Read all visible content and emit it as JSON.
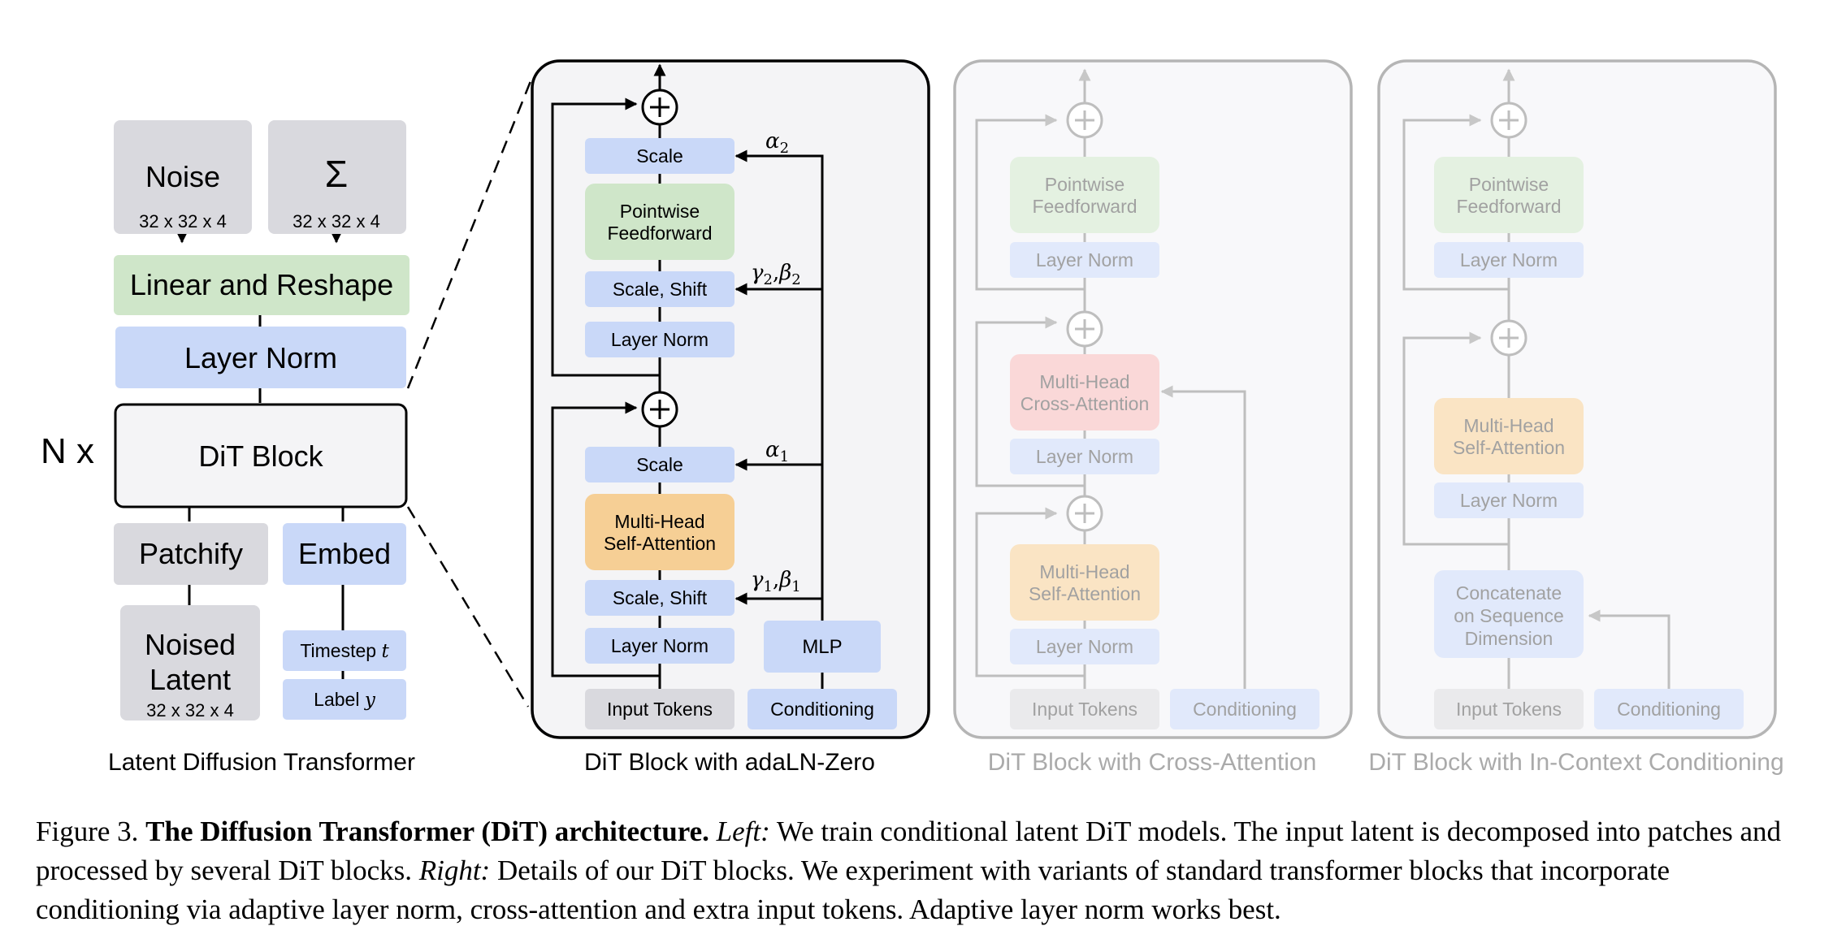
{
  "left": {
    "noise": {
      "title": "Noise",
      "dims": "32 x 32 x 4"
    },
    "sigma": {
      "title": "Σ",
      "dims": "32 x 32 x 4"
    },
    "linear_reshape": "Linear and Reshape",
    "layer_norm": "Layer Norm",
    "nx": "N x",
    "dit_block": "DiT Block",
    "patchify": "Patchify",
    "embed": "Embed",
    "noised_latent": {
      "line1": "Noised",
      "line2": "Latent",
      "dims": "32 x 32 x 4"
    },
    "timestep": {
      "text": "Timestep ",
      "var": "t"
    },
    "label": {
      "text": "Label ",
      "var": "y"
    },
    "caption": "Latent Diffusion Transformer"
  },
  "adaln": {
    "scale_top": "Scale",
    "ffn": {
      "line1": "Pointwise",
      "line2": "Feedforward"
    },
    "scale_shift_top": "Scale, Shift",
    "layer_norm_top": "Layer Norm",
    "scale_bottom": "Scale",
    "attn": {
      "line1": "Multi-Head",
      "line2": "Self-Attention"
    },
    "scale_shift_bottom": "Scale, Shift",
    "layer_norm_bottom": "Layer Norm",
    "mlp": "MLP",
    "input_tokens": "Input Tokens",
    "conditioning": "Conditioning",
    "alpha2": "α",
    "alpha2_sub": "2",
    "gamma2": "γ",
    "gamma2_sub": "2",
    "beta2": "β",
    "beta2_sub": "2",
    "alpha1": "α",
    "alpha1_sub": "1",
    "gamma1": "γ",
    "gamma1_sub": "1",
    "beta1": "β",
    "beta1_sub": "1",
    "caption": "DiT Block with adaLN-Zero"
  },
  "cross": {
    "ffn": {
      "line1": "Pointwise",
      "line2": "Feedforward"
    },
    "layer_norm_1": "Layer Norm",
    "cross_attn": {
      "line1": "Multi-Head",
      "line2": "Cross-Attention"
    },
    "layer_norm_2": "Layer Norm",
    "self_attn": {
      "line1": "Multi-Head",
      "line2": "Self-Attention"
    },
    "layer_norm_3": "Layer Norm",
    "input_tokens": "Input Tokens",
    "conditioning": "Conditioning",
    "caption": "DiT Block with Cross-Attention"
  },
  "incontext": {
    "ffn": {
      "line1": "Pointwise",
      "line2": "Feedforward"
    },
    "layer_norm_1": "Layer Norm",
    "self_attn": {
      "line1": "Multi-Head",
      "line2": "Self-Attention"
    },
    "layer_norm_2": "Layer Norm",
    "concat": {
      "line1": "Concatenate",
      "line2": "on Sequence",
      "line3": "Dimension"
    },
    "input_tokens": "Input Tokens",
    "conditioning": "Conditioning",
    "caption": "DiT Block with In-Context Conditioning"
  },
  "caption": {
    "fig_label": "Figure 3. ",
    "title": "The Diffusion Transformer (DiT) architecture.",
    "left_label": "Left:",
    "left_text": " We train conditional latent DiT models. The input latent is decomposed into patches and processed by several DiT blocks. ",
    "right_label": "Right:",
    "right_text": " Details of our DiT blocks. We experiment with variants of standard transformer blocks that incorporate conditioning via adaptive layer norm, cross-attention and extra input tokens. Adaptive layer norm works best."
  },
  "colors": {
    "gray_box": "#d9d9de",
    "blue_box": "#c9d8f8",
    "green_box": "#cfe6c9",
    "orange_box": "#f6cf95",
    "red_box": "#f6d0d0",
    "panel_bg": "#f4f4f6"
  }
}
